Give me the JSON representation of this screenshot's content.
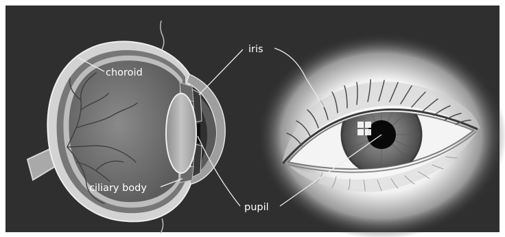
{
  "labels": {
    "choroid": "choroid",
    "ciliary_body": "ciliary body",
    "iris": "iris",
    "pupil": "pupil"
  },
  "colors": {
    "background": "#2f2f2f",
    "label_text": "#ffffff",
    "leader_line": "#ececec"
  }
}
